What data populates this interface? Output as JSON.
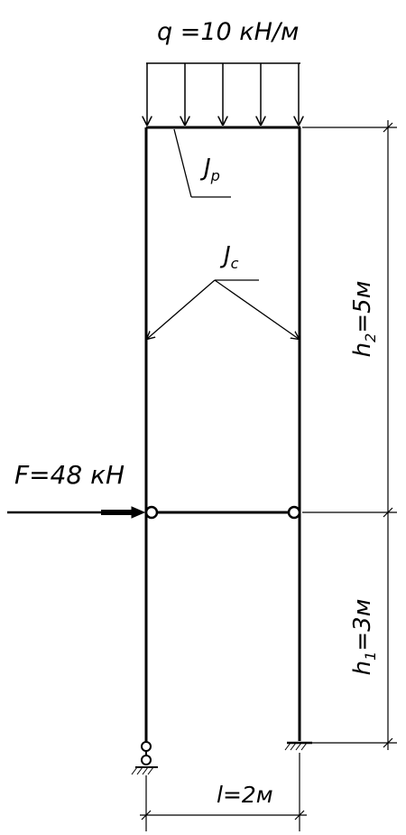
{
  "labels": {
    "distributed_load": "q =10 кН/м",
    "point_force": "F=48 кН",
    "span": "l=2м",
    "upper_height_main": "h",
    "upper_height_sub": "2",
    "upper_height_value": "=5м",
    "lower_height_main": "h",
    "lower_height_sub": "1",
    "lower_height_value": "=3м",
    "beam_inertia_main": "J",
    "beam_inertia_sub": "р",
    "column_inertia_main": "J",
    "column_inertia_sub": "с"
  }
}
